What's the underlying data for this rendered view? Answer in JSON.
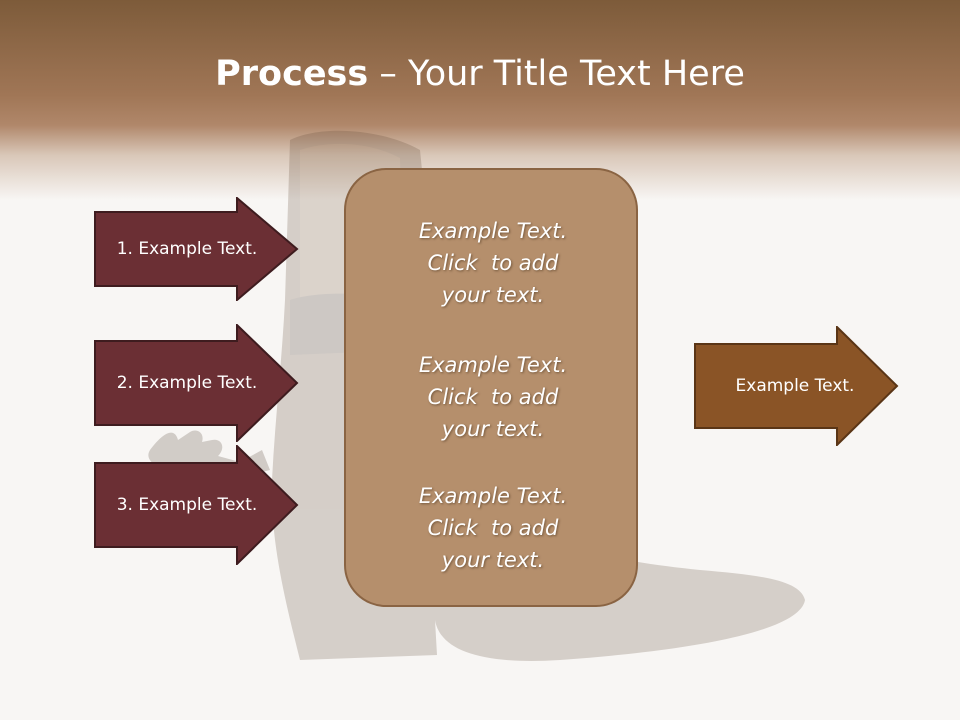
{
  "slide": {
    "title_bold": "Process",
    "title_rest": " – Your Title Text Here"
  },
  "left_arrows": [
    {
      "label": "1. Example Text."
    },
    {
      "label": "2. Example Text."
    },
    {
      "label": "3. Example Text."
    }
  ],
  "center_box": {
    "blocks": [
      {
        "line1": "Example Text.",
        "line2": "Click  to add",
        "line3": "your text."
      },
      {
        "line1": "Example Text.",
        "line2": "Click  to add",
        "line3": "your text."
      },
      {
        "line1": "Example Text.",
        "line2": "Click  to add",
        "line3": "your text."
      }
    ]
  },
  "right_arrow": {
    "label": "Example Text."
  },
  "colors": {
    "header_brown": "#a07656",
    "left_arrow_fill": "#6b2f34",
    "right_arrow_fill": "#8a5426",
    "center_box_fill": "#b58f6c"
  },
  "background_image": "cowboy-boot-with-spur"
}
